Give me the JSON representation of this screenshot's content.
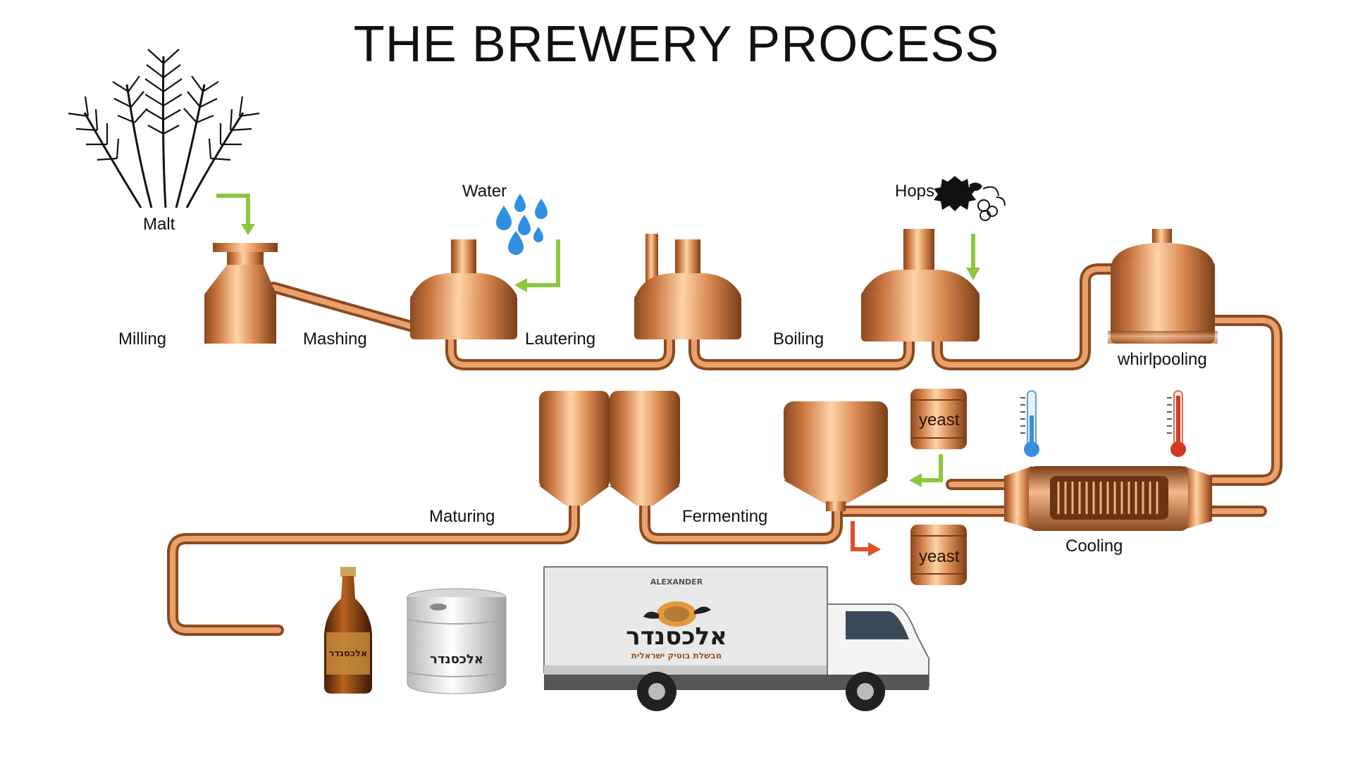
{
  "title": "THE BREWERY PROCESS",
  "ingredients": {
    "malt": "Malt",
    "water": "Water",
    "hops": "Hops",
    "yeast_in": "yeast",
    "yeast_out": "yeast"
  },
  "stages": {
    "milling": "Milling",
    "mashing": "Mashing",
    "lautering": "Lautering",
    "boiling": "Boiling",
    "whirlpooling": "whirlpooling",
    "cooling": "Cooling",
    "fermenting": "Fermenting",
    "maturing": "Maturing"
  },
  "brand": {
    "name": "אלכסנדר",
    "latin": "ALEXANDER",
    "tagline": "מבשלת בוטיק ישראלית"
  },
  "colors": {
    "copper_light": "#f0b07a",
    "copper": "#c9753f",
    "copper_dark": "#8a4a20",
    "arrow_green": "#8dc63f",
    "arrow_red": "#e0502a",
    "water_blue": "#2f8fe0"
  },
  "icons": [
    "wheat-icon",
    "water-drops-icon",
    "hops-icon",
    "thermometer-cold-icon",
    "thermometer-hot-icon",
    "beer-bottle-icon",
    "keg-icon",
    "delivery-truck-icon"
  ]
}
